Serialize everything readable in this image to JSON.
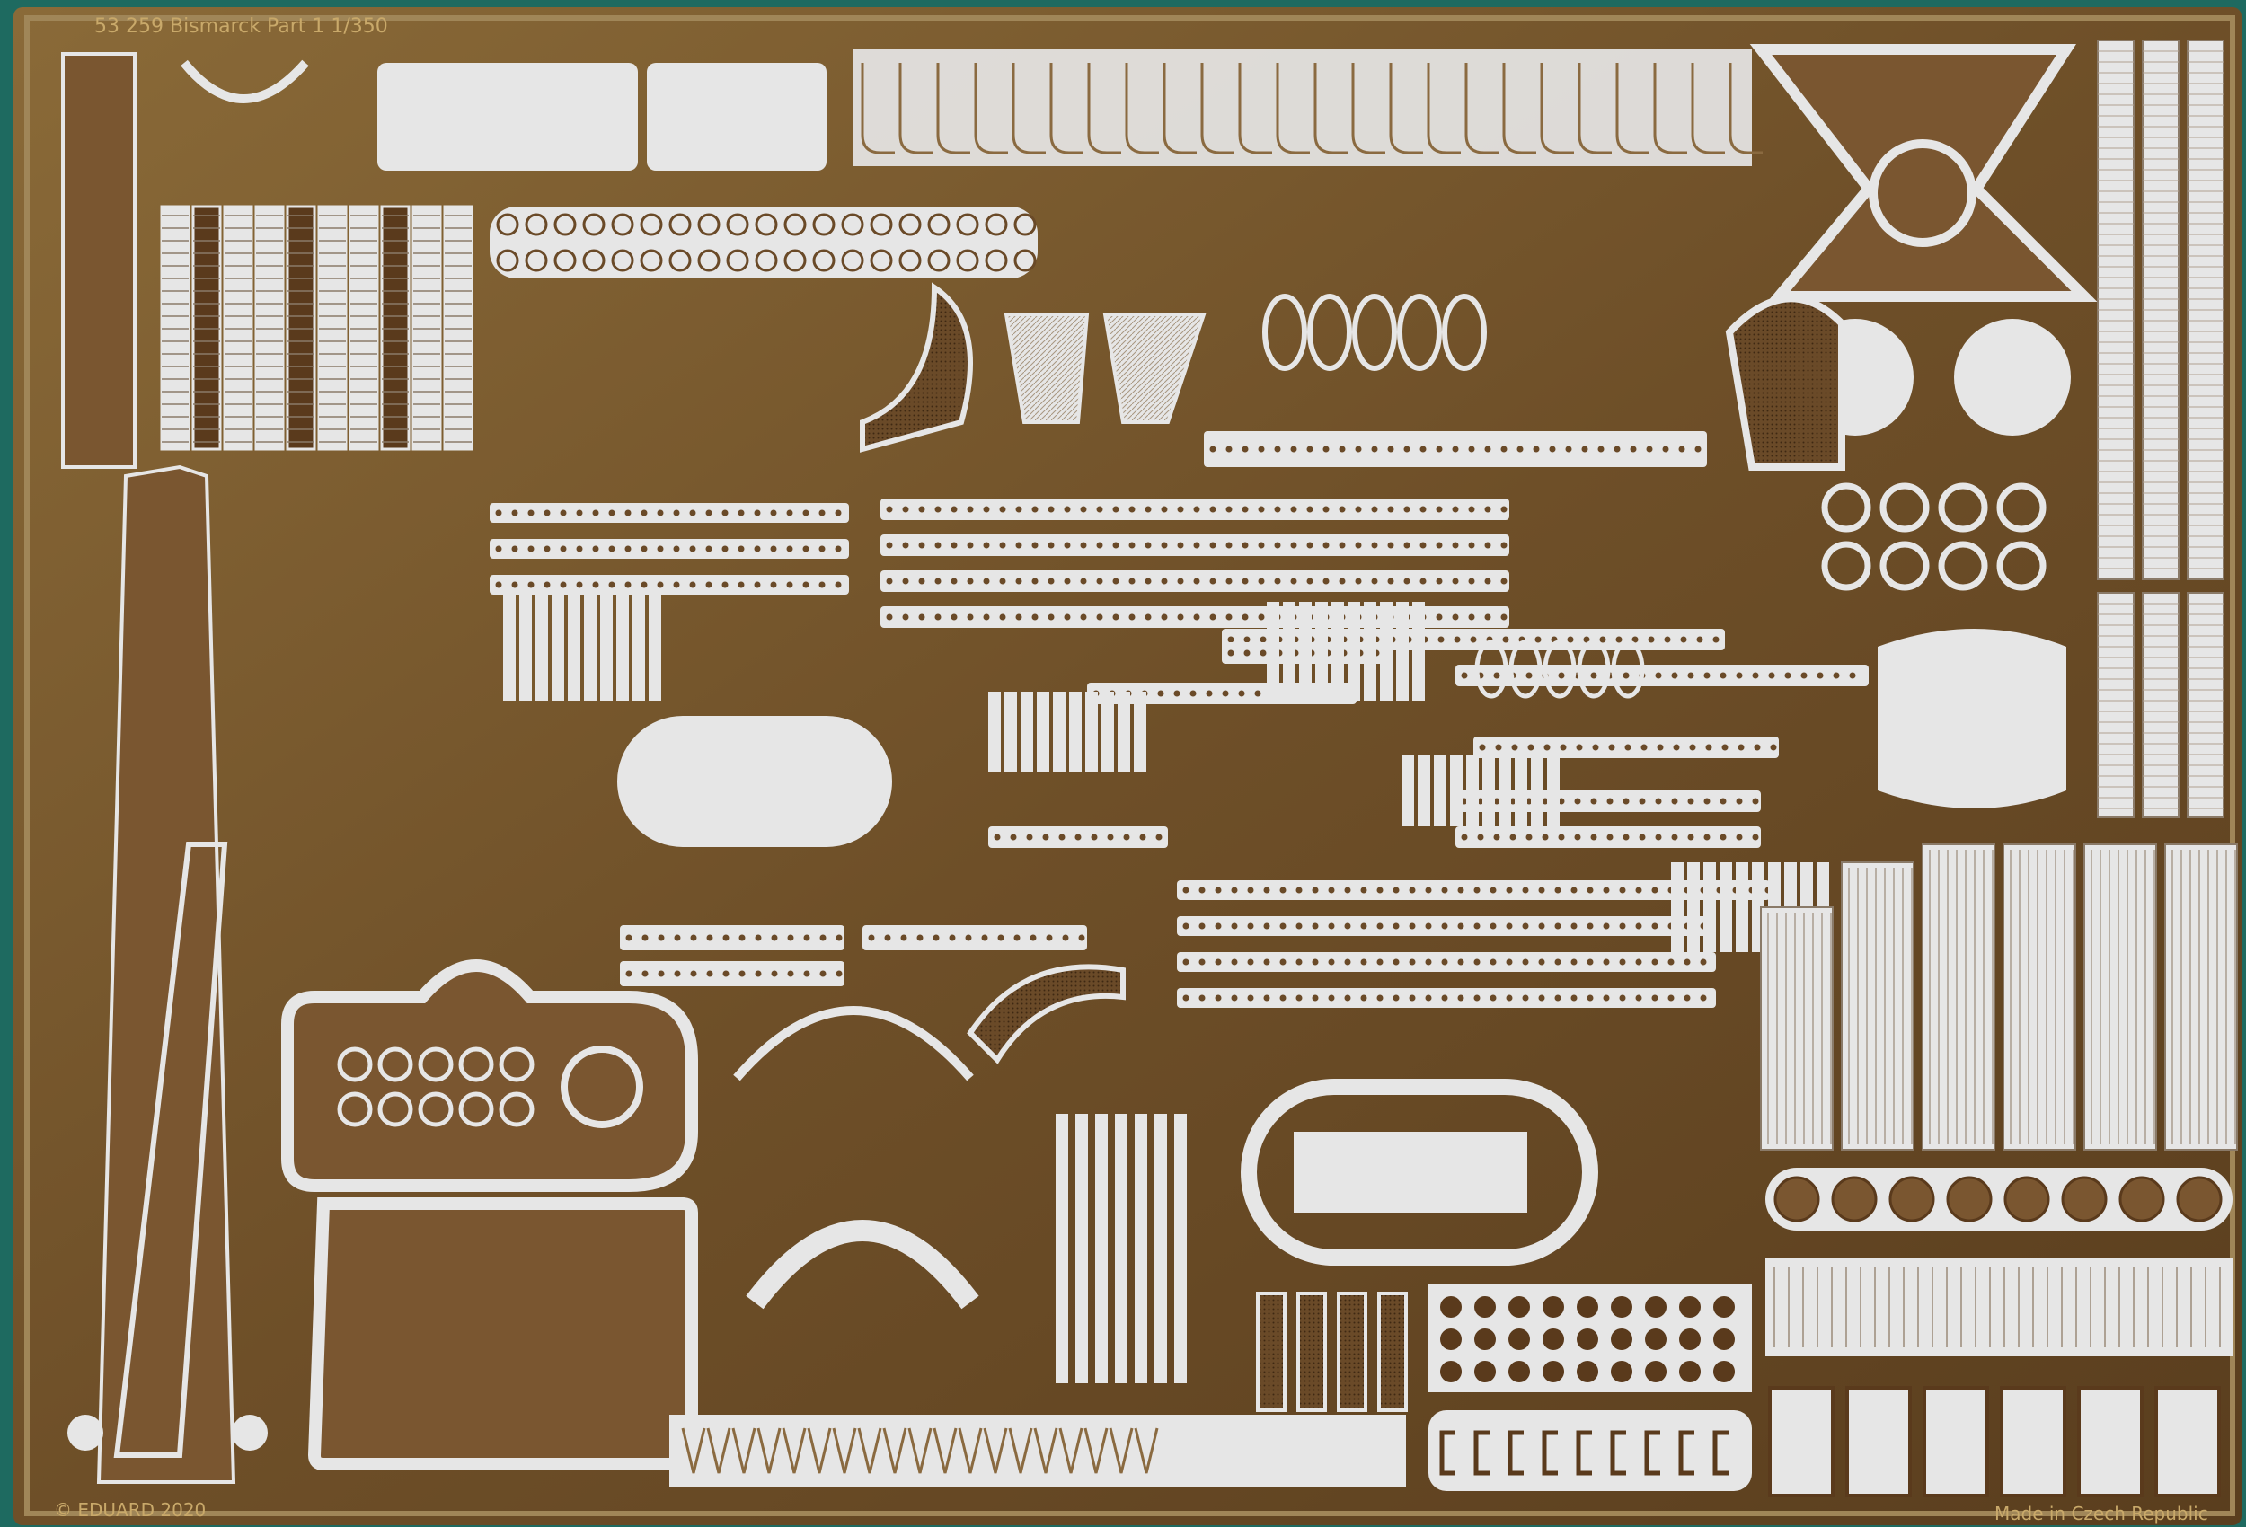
{
  "photo": {
    "subject": "Photo-etched brass fret for a 1/350 Bismarck ship model",
    "colors": {
      "brass": "#7a5a2e",
      "brass_dark": "#4a3016",
      "part": "#e6e6e6",
      "part_shadow": "#9c8f80",
      "frame": "#a08658",
      "background": "#1e6a60"
    }
  },
  "fret": {
    "header": "53 259 Bismarck Part 1 1/350",
    "copyright": "© EDUARD 2020",
    "origin": "Made in Czech Republic"
  }
}
